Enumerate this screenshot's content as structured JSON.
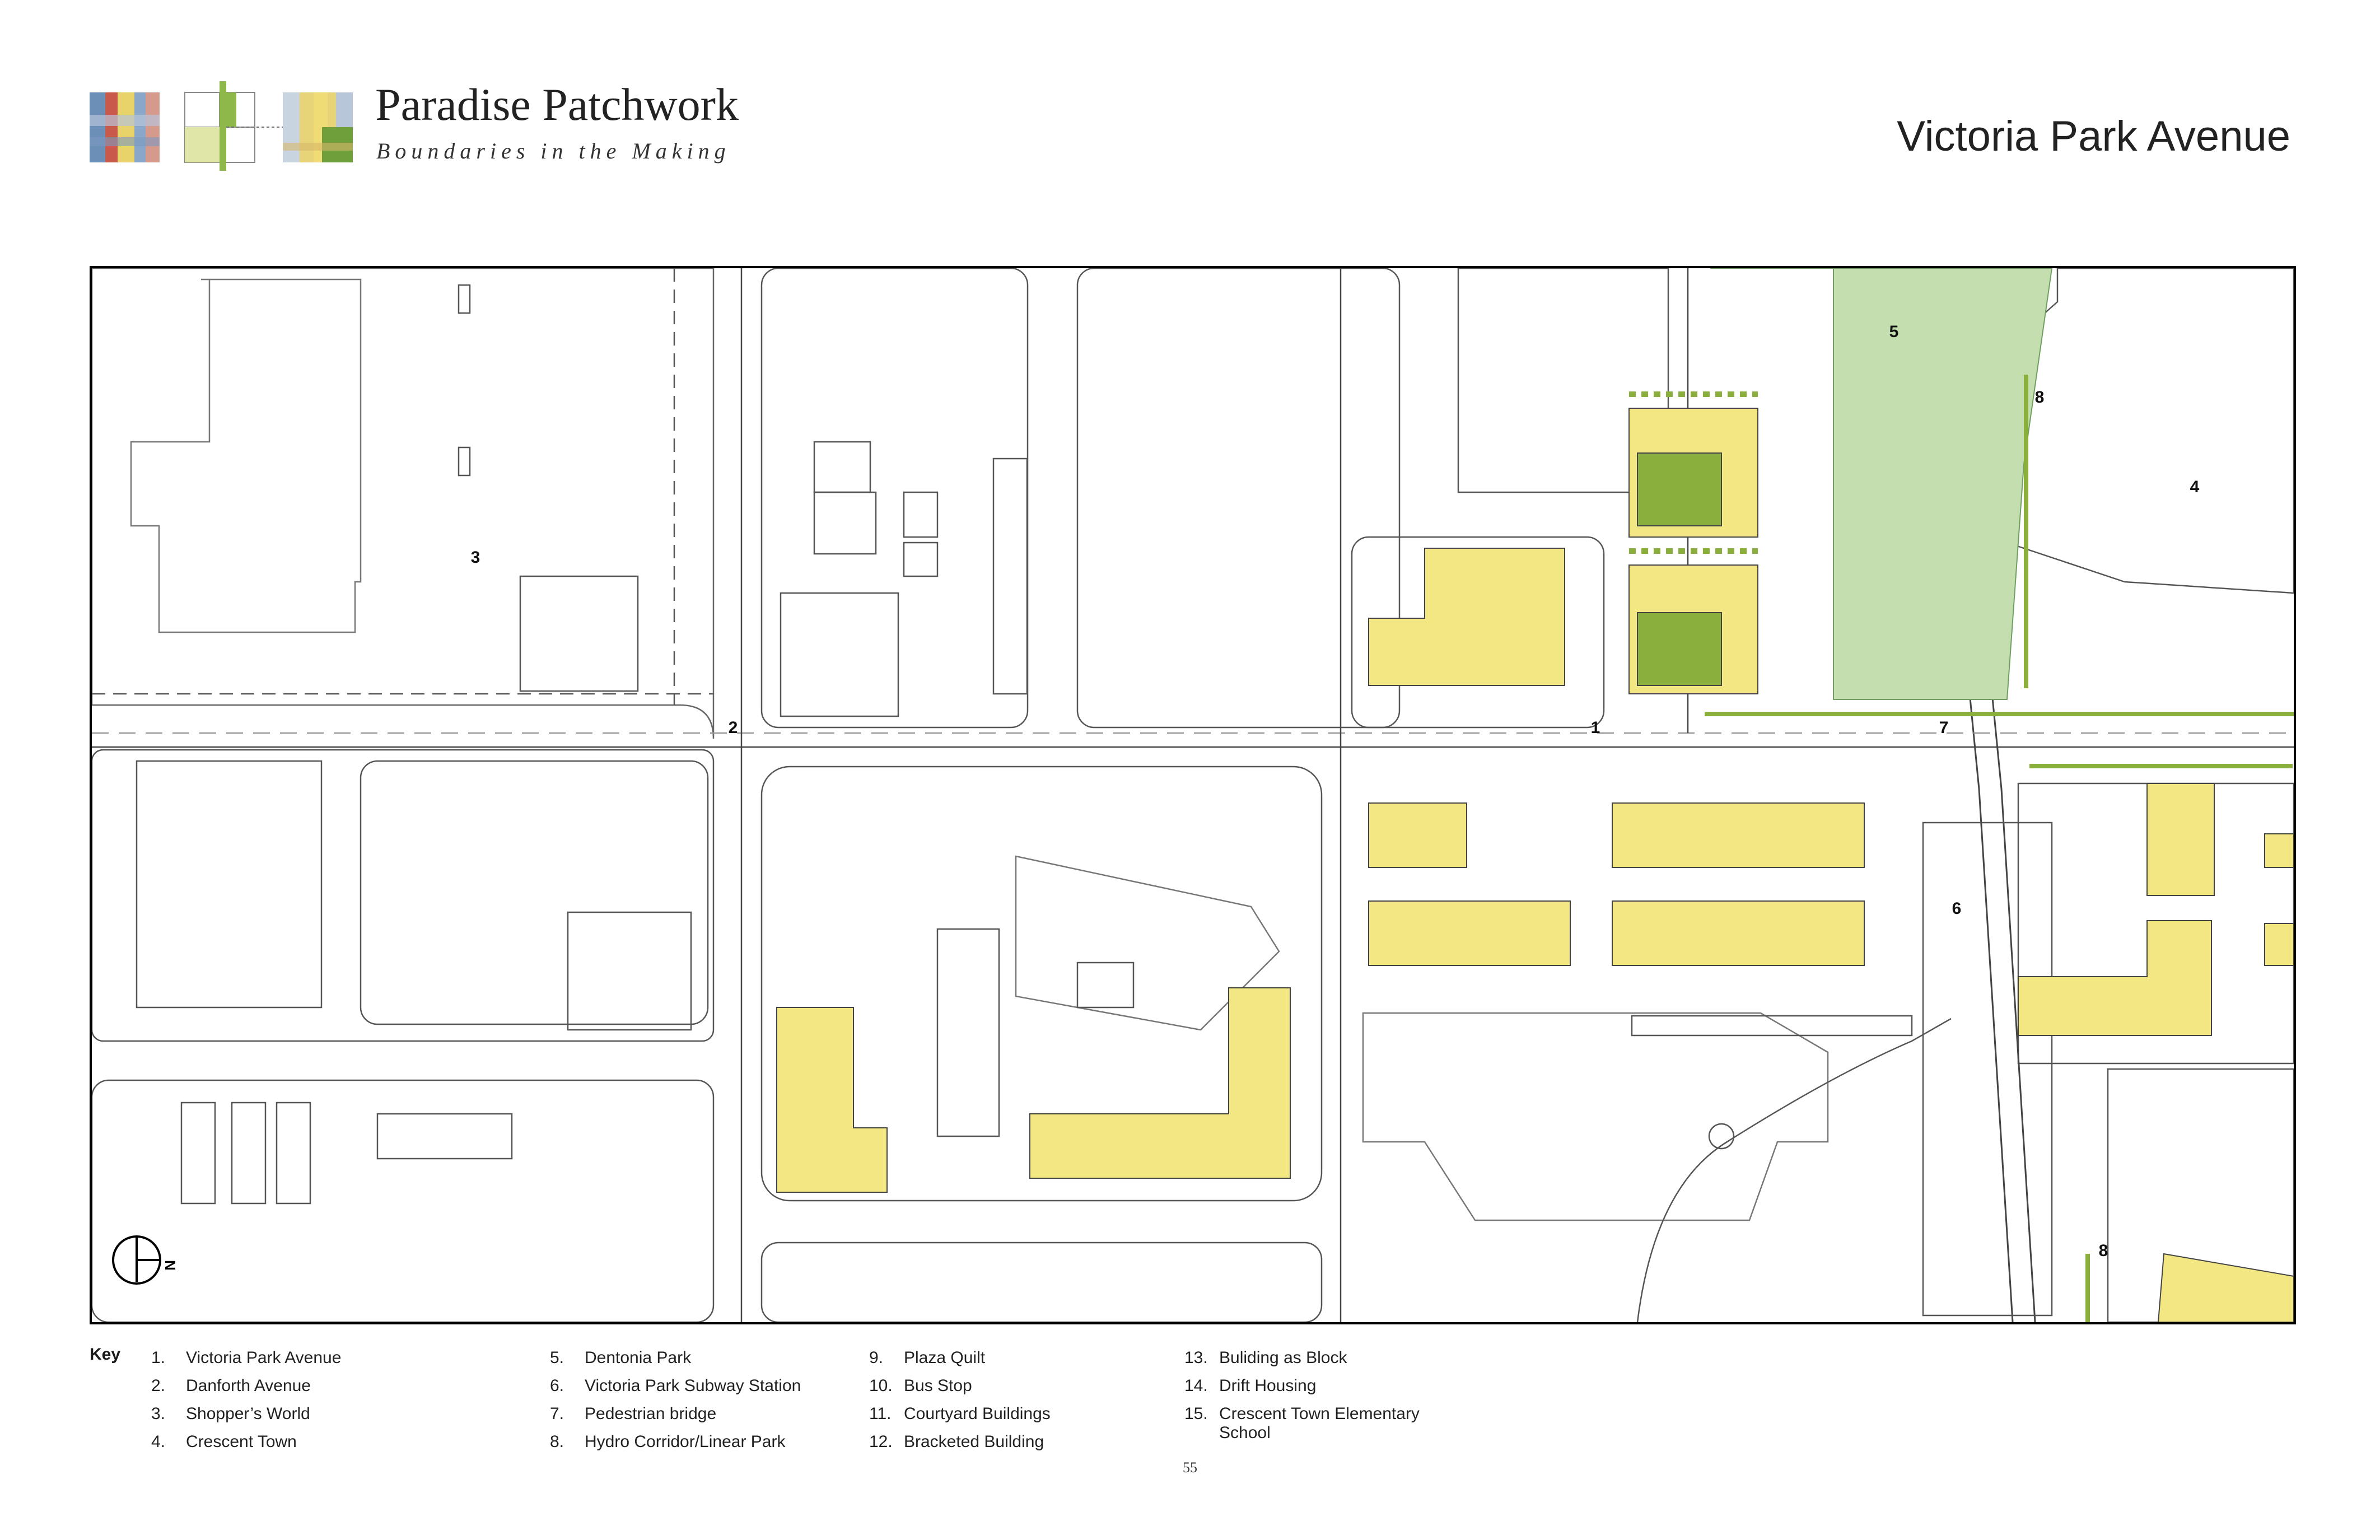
{
  "brand": {
    "title": "Paradise Patchwork",
    "subtitle": "Boundaries in the Making"
  },
  "page_title": "Victoria Park Avenue",
  "map": {
    "labels": [
      "1",
      "2",
      "3",
      "4",
      "5",
      "6",
      "7",
      "8",
      "8"
    ],
    "north_arrow": "N",
    "colors": {
      "building": "#f2e782",
      "park": "#c4deb0",
      "quilt_green": "#8aaf3d",
      "linework": "#555555",
      "frame": "#000000"
    }
  },
  "key": {
    "heading": "Key",
    "columns": [
      [
        {
          "num": "1.",
          "text": "Victoria Park Avenue"
        },
        {
          "num": "2.",
          "text": "Danforth Avenue"
        },
        {
          "num": "3.",
          "text": "Shopper’s World"
        },
        {
          "num": "4.",
          "text": "Crescent Town"
        }
      ],
      [
        {
          "num": "5.",
          "text": "Dentonia Park"
        },
        {
          "num": "6.",
          "text": "Victoria Park Subway Station"
        },
        {
          "num": "7.",
          "text": "Pedestrian bridge"
        },
        {
          "num": "8.",
          "text": "Hydro Corridor/Linear Park"
        }
      ],
      [
        {
          "num": "9.",
          "text": "Plaza Quilt"
        },
        {
          "num": "10.",
          "text": "Bus Stop"
        },
        {
          "num": "11.",
          "text": "Courtyard Buildings"
        },
        {
          "num": "12.",
          "text": "Bracketed Building"
        }
      ],
      [
        {
          "num": "13.",
          "text": "Buliding as Block"
        },
        {
          "num": "14.",
          "text": "Drift Housing"
        },
        {
          "num": "15.",
          "text": "Crescent Town Elementary School"
        }
      ]
    ]
  },
  "page_number": "55"
}
